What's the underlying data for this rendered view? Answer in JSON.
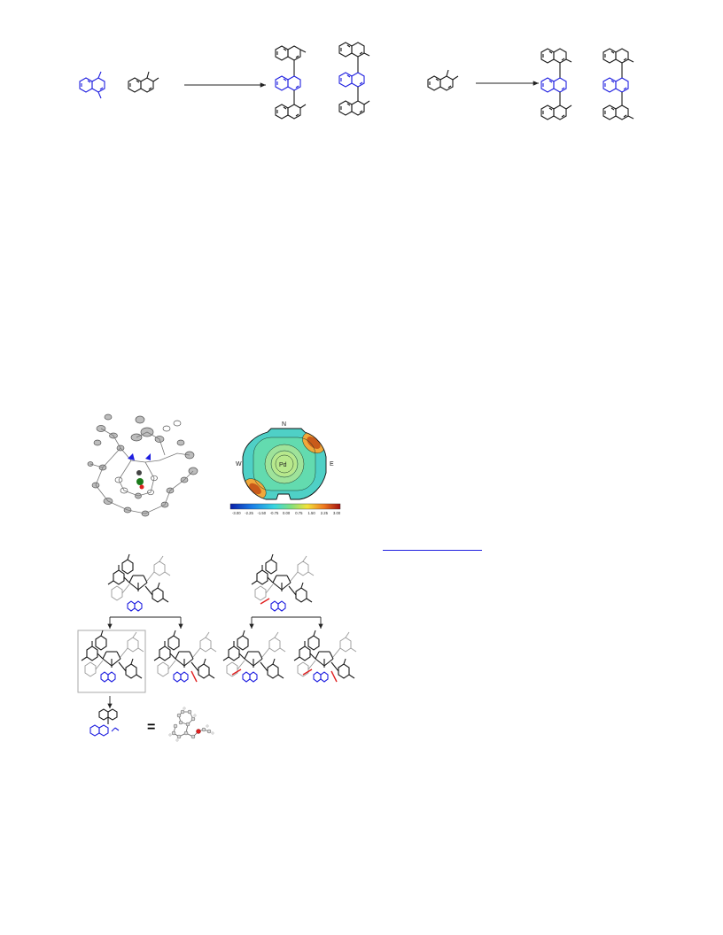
{
  "steric_map": {
    "north_label": "N",
    "west_label": "W",
    "east_label": "E",
    "center_label": "Pd",
    "colorbar_ticks": [
      "-3.00",
      "-2.25",
      "-1.50",
      "-0.75",
      "0.00",
      "0.75",
      "1.50",
      "2.25",
      "3.00"
    ]
  },
  "link": {
    "text": "                          "
  },
  "equals_sign": "=",
  "colors": {
    "highlight_blue": "#1f1fe0",
    "highlight_red": "#e02020",
    "ligand_gray": "#9a9a9a"
  }
}
